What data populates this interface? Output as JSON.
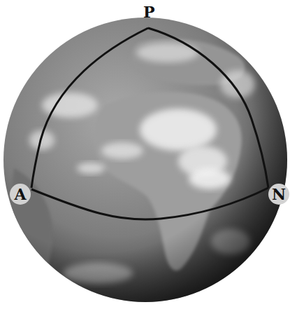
{
  "diagram": {
    "labels": [
      "P",
      "A",
      "N"
    ]
  }
}
